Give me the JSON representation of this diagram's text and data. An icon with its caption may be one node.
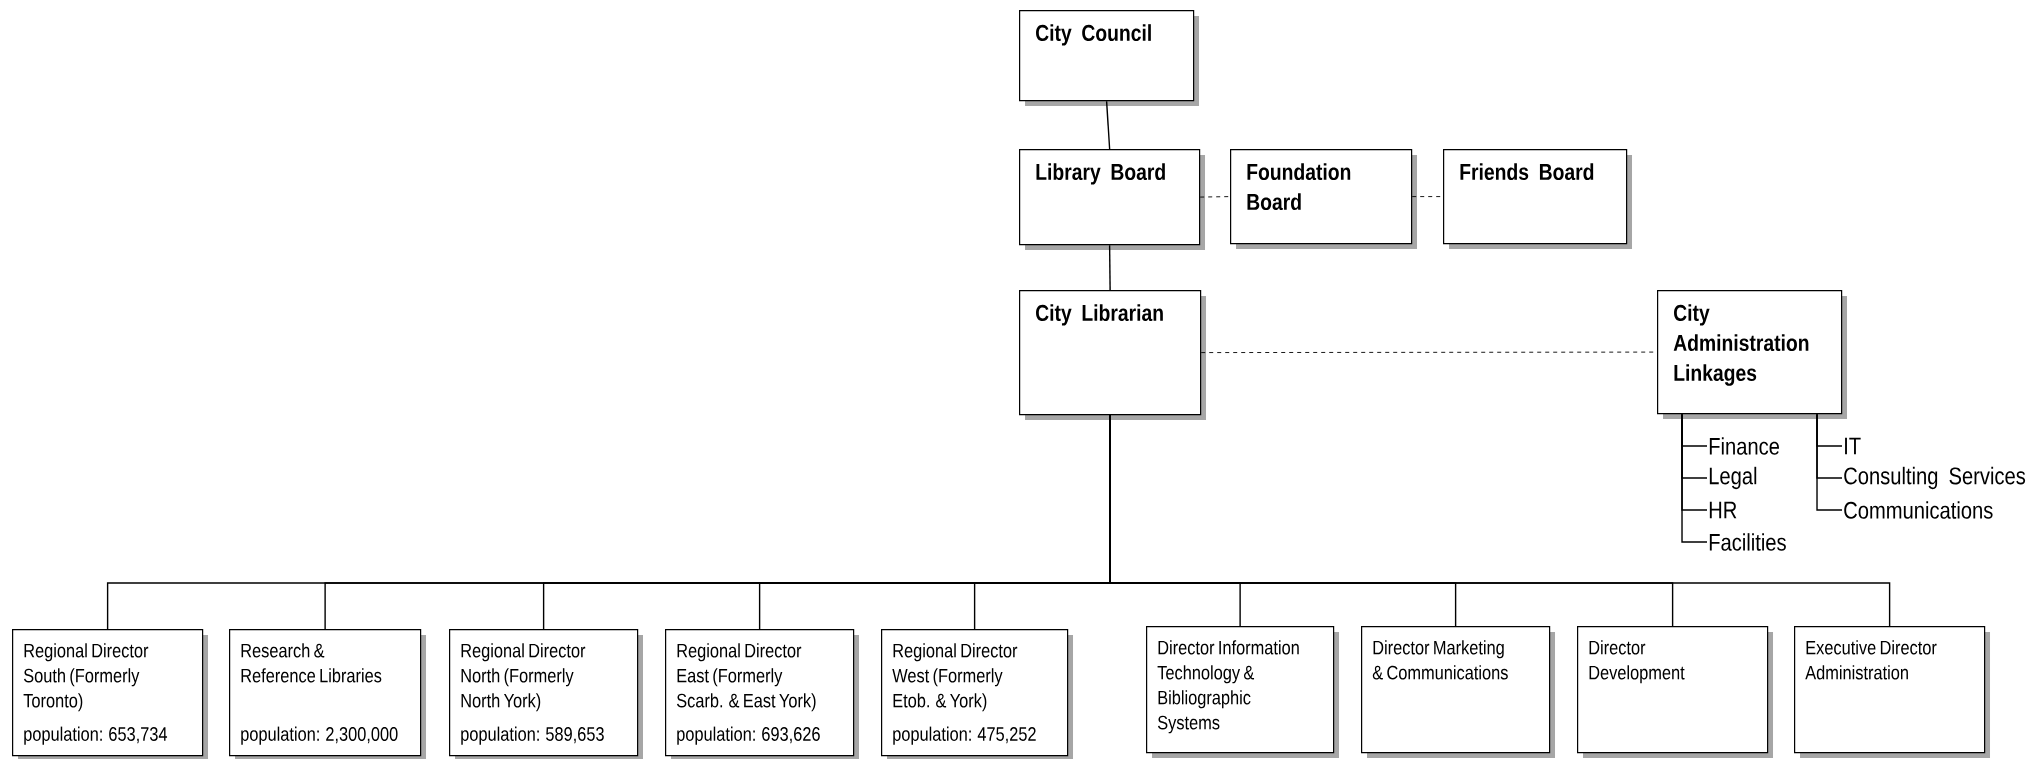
{
  "diagram": {
    "nodes": [
      {
        "text": [
          "City Council"
        ]
      },
      {
        "text": [
          "Library Board"
        ]
      },
      {
        "text": [
          "Foundation Board"
        ]
      },
      {
        "text": [
          "Friends Board"
        ]
      },
      {
        "text": [
          "City Librarian"
        ]
      },
      {
        "text": [
          "City Administration Linkages"
        ]
      },
      {
        "text": [
          "Finance"
        ]
      },
      {
        "text": [
          "Legal"
        ]
      },
      {
        "text": [
          "HR"
        ]
      },
      {
        "text": [
          "Facilities"
        ]
      },
      {
        "text": [
          "IT"
        ]
      },
      {
        "text": [
          "Consulting Services"
        ]
      },
      {
        "text": [
          "Communications"
        ]
      },
      {
        "text": [
          "Regional Director South (Formerly Toronto)",
          "population: 653,734"
        ]
      },
      {
        "text": [
          "Research & Reference Libraries",
          "population: 2,300,000"
        ]
      },
      {
        "text": [
          "Regional Director North (Formerly North York)",
          "population: 589,653"
        ]
      },
      {
        "text": [
          "Regional Director East (Formerly Scarb. & East York)",
          "population: 693,626"
        ]
      },
      {
        "text": [
          "Regional Director West (Formerly Etob. & York)",
          "population: 475,252"
        ]
      },
      {
        "text": [
          "Director Information Technology & Bibliographic Systems"
        ]
      },
      {
        "text": [
          "Director Marketing & Communications"
        ]
      },
      {
        "text": [
          "Director Development"
        ]
      },
      {
        "text": [
          "Executive Director Administration"
        ]
      }
    ],
    "edges": [
      {
        "from": 0,
        "to": 1,
        "arrow": "none"
      },
      {
        "from": 1,
        "to": 2,
        "arrow": "none",
        "style": "dashed"
      },
      {
        "from": 2,
        "to": 3,
        "arrow": "none",
        "style": "dashed"
      },
      {
        "from": 1,
        "to": 4,
        "arrow": "none"
      },
      {
        "from": 4,
        "to": 5,
        "arrow": "none",
        "style": "dashed"
      },
      {
        "from": 5,
        "to": 6,
        "arrow": "none"
      },
      {
        "from": 5,
        "to": 7,
        "arrow": "none"
      },
      {
        "from": 5,
        "to": 8,
        "arrow": "none"
      },
      {
        "from": 5,
        "to": 9,
        "arrow": "none"
      },
      {
        "from": 5,
        "to": 10,
        "arrow": "none"
      },
      {
        "from": 5,
        "to": 11,
        "arrow": "none"
      },
      {
        "from": 5,
        "to": 12,
        "arrow": "none"
      },
      {
        "from": 4,
        "to": 13,
        "arrow": "none"
      },
      {
        "from": 4,
        "to": 14,
        "arrow": "none"
      },
      {
        "from": 4,
        "to": 15,
        "arrow": "none"
      },
      {
        "from": 4,
        "to": 16,
        "arrow": "none"
      },
      {
        "from": 4,
        "to": 17,
        "arrow": "none"
      },
      {
        "from": 4,
        "to": 18,
        "arrow": "none"
      },
      {
        "from": 4,
        "to": 19,
        "arrow": "none"
      },
      {
        "from": 4,
        "to": 20,
        "arrow": "none"
      },
      {
        "from": 4,
        "to": 21,
        "arrow": "none"
      }
    ]
  }
}
